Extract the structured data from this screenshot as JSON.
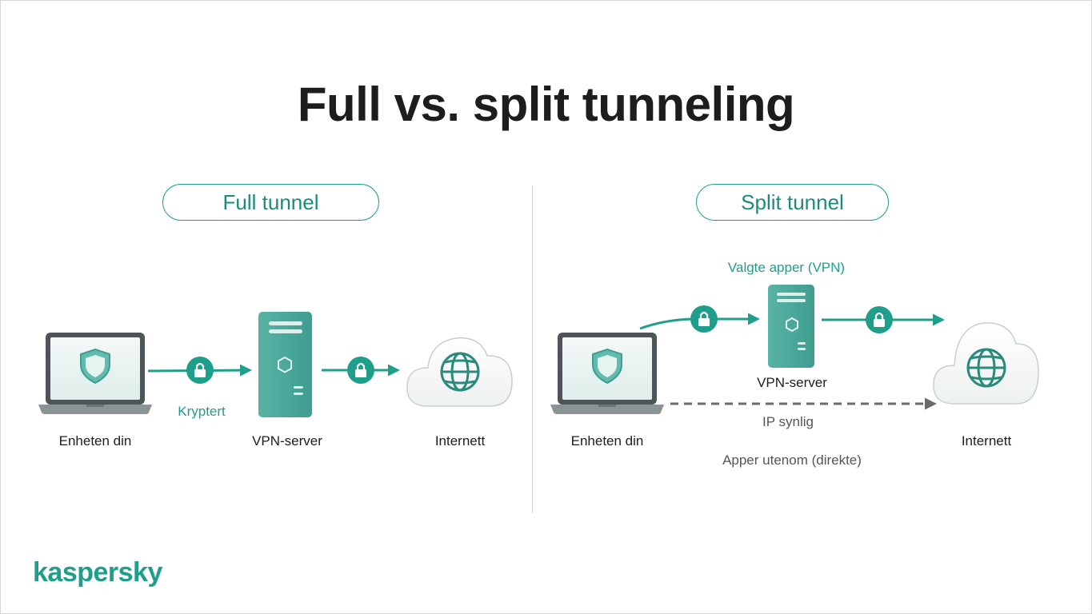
{
  "title": "Full vs. split tunneling",
  "full": {
    "heading": "Full tunnel",
    "device_label": "Enheten din",
    "encrypted_label": "Kryptert",
    "server_label": "VPN-server",
    "internet_label": "Internett"
  },
  "split": {
    "heading": "Split tunnel",
    "selected_apps_label": "Valgte apper (VPN)",
    "server_label": "VPN-server",
    "device_label": "Enheten din",
    "ip_visible_label": "IP synlig",
    "internet_label": "Internett",
    "bypass_label": "Apper utenom (direkte)"
  },
  "brand": "kaspersky",
  "colors": {
    "accent": "#1f9e8b",
    "dark_teal": "#2a8a7c",
    "text": "#1d1d1b",
    "gray": "#6b6b6b"
  },
  "icons": [
    "laptop-icon",
    "shield-icon",
    "lock-icon",
    "server-icon",
    "cloud-icon",
    "globe-icon"
  ]
}
